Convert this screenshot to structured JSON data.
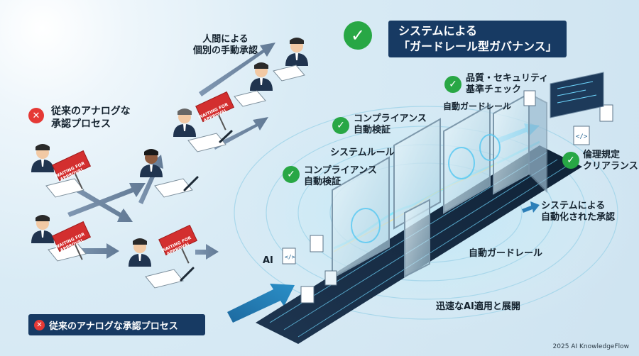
{
  "title": {
    "line1": "システムによる",
    "line2": "「ガードレール型ガバナンス」"
  },
  "legacy": {
    "heading_line1": "従来のアナログな",
    "heading_line2": "承認プロセス",
    "manual_line1": "人間による",
    "manual_line2": "個別の手動承認",
    "sign_text": "WAITING FOR APPROVAL",
    "badge": "従来のアナログな承認プロセス"
  },
  "system": {
    "quality_line1": "品質・セキュリティ",
    "quality_line2": "基準チェック",
    "auto_guardrail_top": "自動ガードレール",
    "compliance_top_line1": "コンプライアンス",
    "compliance_top_line2": "自動検証",
    "system_rules": "システムルール",
    "compliance_bottom_line1": "コンプライアンス",
    "compliance_bottom_line2": "自動検証",
    "ethics_line1": "倫理規定",
    "ethics_line2": "クリアランス",
    "auto_approval_line1": "システムによる",
    "auto_approval_line2": "自動化された承認",
    "auto_guardrail_bottom": "自動ガードレール",
    "ai_label": "AI",
    "rapid_deploy": "迅速なAI適用と展開"
  },
  "footer": {
    "copyright": "2025 AI KnowledgeFlow"
  },
  "colors": {
    "navy": "#173a63",
    "check_green": "#28a745",
    "cross_red": "#e53935",
    "sign_red": "#d32f2f",
    "flow_cyan": "#37c6ff"
  },
  "icons": [
    "check-icon",
    "cross-icon",
    "person-icon",
    "document-icon",
    "pen-icon",
    "code-icon",
    "arrow-icon"
  ]
}
